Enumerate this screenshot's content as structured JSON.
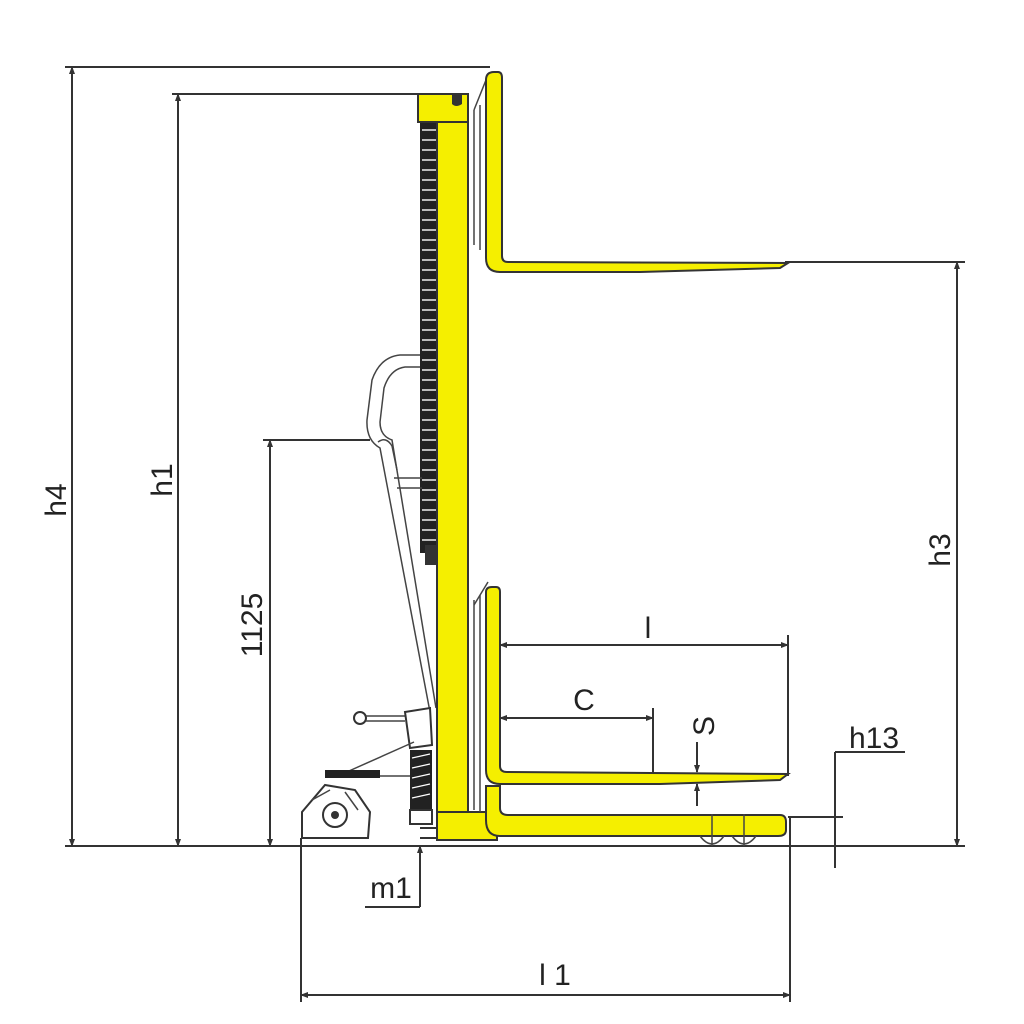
{
  "diagram": {
    "title": "Manual stacker side-view dimension drawing",
    "colors": {
      "body": "#f5ef00",
      "line": "#333333",
      "background": "#ffffff"
    },
    "dimensions": {
      "h4": {
        "label": "h4",
        "meaning": "overall height, mast raised/top"
      },
      "h1": {
        "label": "h1",
        "meaning": "mast height, lowered"
      },
      "handle_height": {
        "label": "1125",
        "meaning": "handle height"
      },
      "h3": {
        "label": "h3",
        "meaning": "lift height"
      },
      "l": {
        "label": "l",
        "meaning": "fork length"
      },
      "c": {
        "label": "C",
        "meaning": "load center"
      },
      "s": {
        "label": "S",
        "meaning": "fork thickness"
      },
      "h13": {
        "label": "h13",
        "meaning": "lowered fork height"
      },
      "m1": {
        "label": "m1",
        "meaning": "ground clearance"
      },
      "l1": {
        "label": "l 1",
        "meaning": "overall length"
      }
    }
  }
}
